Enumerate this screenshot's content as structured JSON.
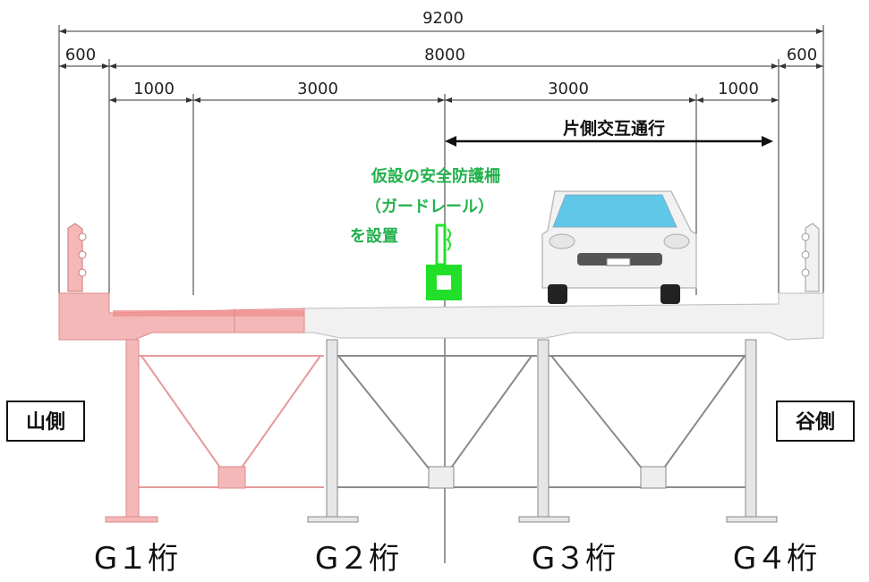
{
  "dimensions": {
    "total": "9200",
    "left_overhang": "600",
    "roadway": "8000",
    "right_overhang": "600",
    "left_shoulder": "1000",
    "left_lane": "3000",
    "right_lane": "3000",
    "right_shoulder": "1000"
  },
  "traffic_label": "片側交互通行",
  "guardrail_note": {
    "line1": "仮設の安全防護柵",
    "line2": "（ガードレール）",
    "line3": "を設置"
  },
  "side_labels": {
    "left": "山側",
    "right": "谷側"
  },
  "girders": [
    "G１桁",
    "G２桁",
    "G３桁",
    "G４桁"
  ],
  "colors": {
    "highlight_pink": "#f4b8b8",
    "guardrail_green": "#22e02a",
    "note_green": "#22b14c",
    "steel_gray": "#8a8a8a"
  }
}
